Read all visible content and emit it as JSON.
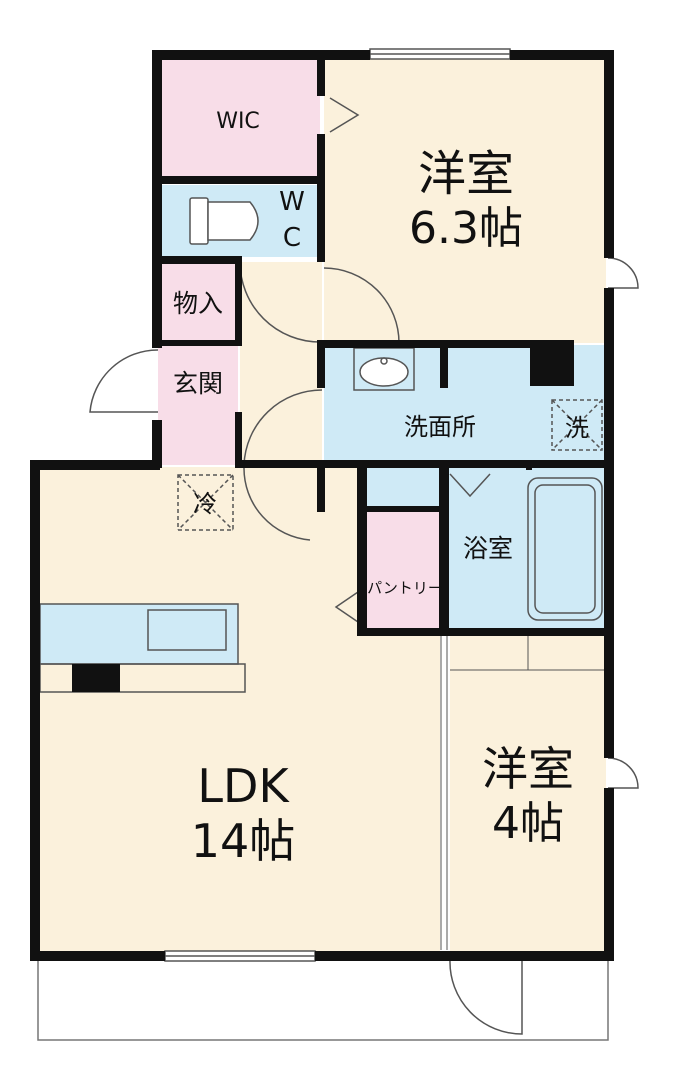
{
  "rooms": {
    "wic": "WIC",
    "wc_top": "W",
    "wc_bottom": "C",
    "storage": "物入",
    "entrance": "玄関",
    "western_large_name": "洋室",
    "western_large_size": "6.3帖",
    "washroom": "洗面所",
    "washer": "洗",
    "fridge": "冷",
    "pantry": "パントリー",
    "bath": "浴室",
    "ldk_name": "LDK",
    "ldk_size": "14帖",
    "western_small_name": "洋室",
    "western_small_size": "4帖"
  },
  "colors": {
    "wall": "#111111",
    "living_floor": "#fbf1dc",
    "wet_area": "#cfeaf6",
    "closet": "#f8dde8"
  }
}
